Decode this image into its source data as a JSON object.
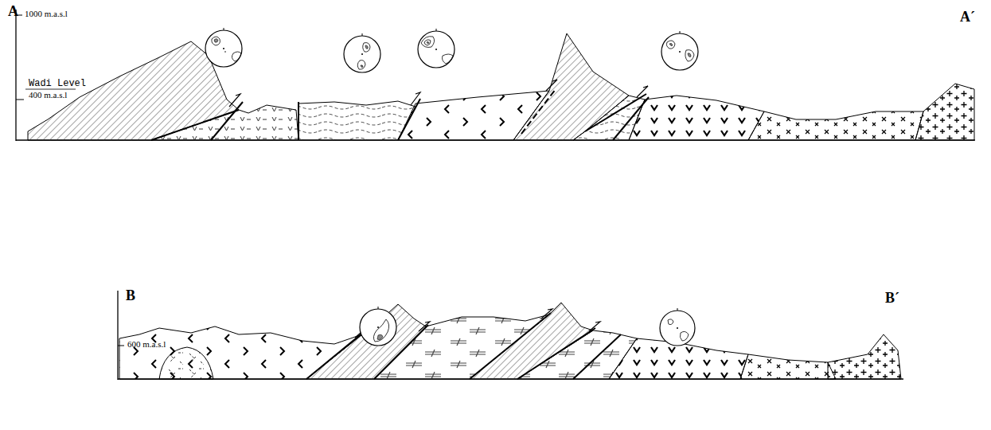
{
  "diagram": {
    "labels": [
      "A",
      "A´",
      "1000 m.a.s.l",
      "Wadi Level",
      "400 m.a.s.l",
      "B",
      "B´",
      "600 m.a.s.l"
    ]
  }
}
